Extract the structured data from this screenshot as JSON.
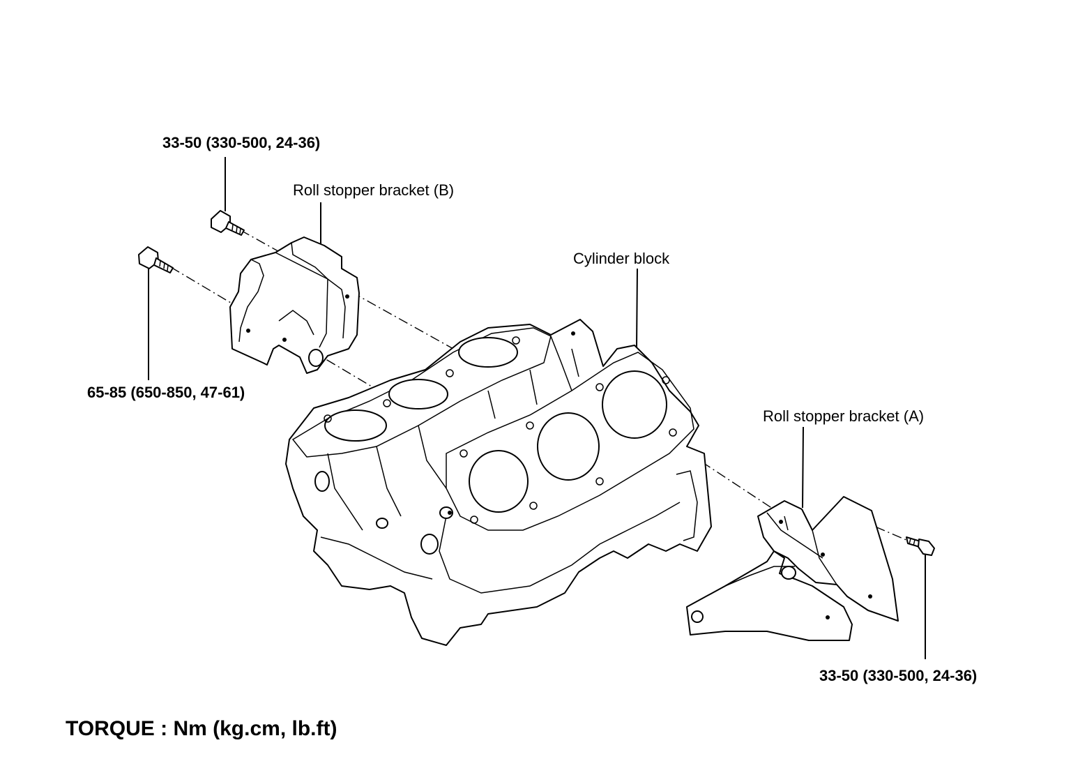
{
  "labels": {
    "torque_top": "33-50 (330-500, 24-36)",
    "bracket_b": "Roll stopper bracket (B)",
    "cylinder_block": "Cylinder block",
    "torque_left": "65-85 (650-850, 47-61)",
    "bracket_a": "Roll stopper bracket (A)",
    "torque_bottom_right": "33-50 (330-500, 24-36)",
    "torque_units": "TORQUE : Nm (kg.cm, lb.ft)"
  },
  "colors": {
    "line": "#000000",
    "background": "#ffffff"
  }
}
